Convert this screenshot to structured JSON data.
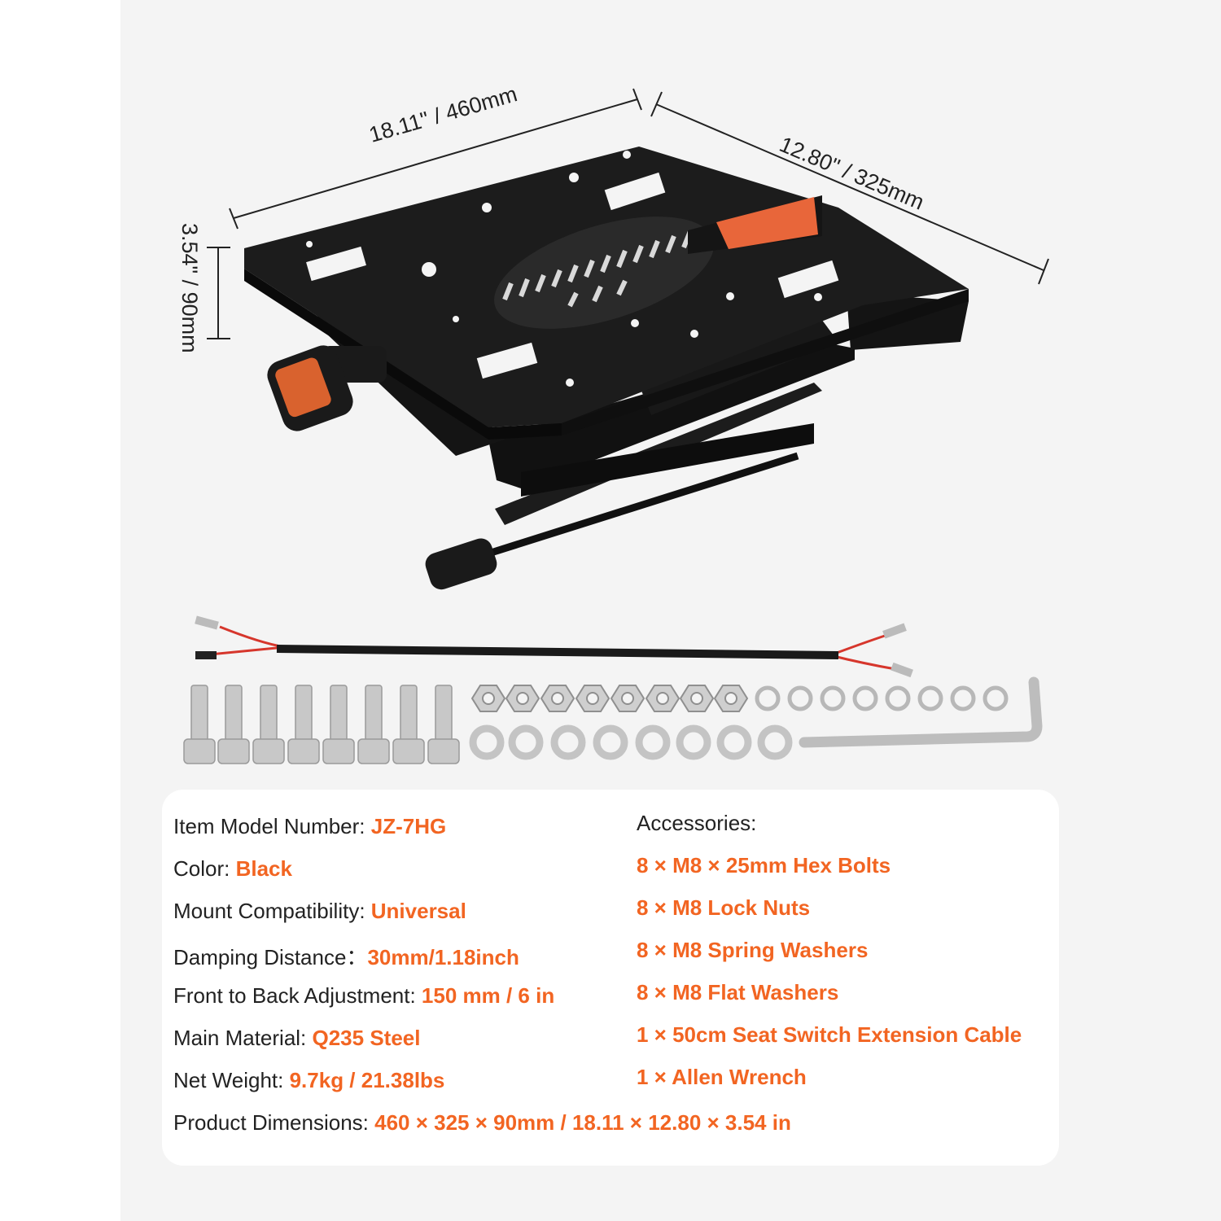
{
  "dimensions": {
    "length": "18.11\" / 460mm",
    "width": "12.80\" / 325mm",
    "height": "3.54\" / 90mm"
  },
  "specs": {
    "model": {
      "label": "Item Model Number: ",
      "value": "JZ-7HG"
    },
    "color": {
      "label": "Color: ",
      "value": "Black"
    },
    "mount": {
      "label": "Mount Compatibility: ",
      "value": "Universal"
    },
    "damping": {
      "label": "Damping Distance：",
      "value": "30mm/1.18inch"
    },
    "adjust": {
      "label": " Front to Back Adjustment: ",
      "value": "150 mm / 6 in"
    },
    "material": {
      "label": "Main Material: ",
      "value": "Q235 Steel"
    },
    "weight": {
      "label": "Net Weight: ",
      "value": "9.7kg / 21.38lbs"
    },
    "dimensions": {
      "label": "Product Dimensions: ",
      "value": "460 × 325 × 90mm / 18.11 × 12.80 × 3.54 in"
    }
  },
  "accessories": {
    "title": "Accessories:",
    "items": [
      "8 × M8 × 25mm Hex Bolts",
      "8 × M8 Lock Nuts",
      "8 × M8 Spring Washers",
      "8 × M8 Flat Washers",
      "1 × 50cm Seat Switch Extension Cable",
      "1 × Allen Wrench"
    ]
  },
  "colors": {
    "accent": "#f26522",
    "plate": "#1a1a1a",
    "steel": "#c8c8c8",
    "background": "#f4f4f4"
  }
}
